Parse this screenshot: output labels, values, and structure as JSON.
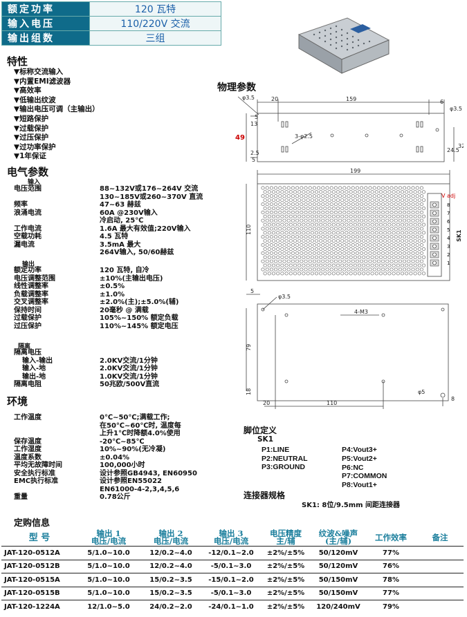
{
  "header": {
    "rows": [
      {
        "key": "额定功率",
        "value": "120 瓦特"
      },
      {
        "key": "输入电压",
        "value": "110/220V 交流"
      },
      {
        "key": "输出组数",
        "value": "三组"
      }
    ]
  },
  "features": {
    "title": "特性",
    "items": [
      "▼标称交流输入",
      "▼内置EMI滤波器",
      "▼高效率",
      "▼低输出纹波",
      "▼输出电压可调（主输出）",
      "▼短路保护",
      "▼过载保护",
      "▼过压保护",
      "▼过功率保护",
      "▼1年保证"
    ]
  },
  "electrical": {
    "title": "电气参数",
    "input_heading": "输入",
    "input_rows": [
      {
        "label": "电压范围",
        "value": "88~132V或176~264V 交流"
      },
      {
        "label": "",
        "value": "130~185V或260~370V 直流"
      },
      {
        "label": "频率",
        "value": "47~63 赫兹"
      },
      {
        "label": "浪涌电流",
        "value": "60A @230V输入"
      },
      {
        "label": "",
        "value": "冷启动, 25℃"
      },
      {
        "label": "工作电流",
        "value": "1.6A 最大有效值;220V输入"
      },
      {
        "label": "空载功耗",
        "value": "4.5 瓦特"
      },
      {
        "label": "漏电流",
        "value": "3.5mA 最大"
      },
      {
        "label": "",
        "value": "264V输入, 50/60赫兹"
      }
    ],
    "output_heading": "输出",
    "output_rows": [
      {
        "label": "额定功率",
        "value": "120 瓦特, 自冷"
      },
      {
        "label": "电压调整范围",
        "value": "±10%(主输出电压)"
      },
      {
        "label": "线性调整率",
        "value": "±0.5%"
      },
      {
        "label": "负载调整率",
        "value": "±1.0%"
      },
      {
        "label": "交叉调整率",
        "value": "±2.0%(主);±5.0%(辅)"
      },
      {
        "label": "保持时间",
        "value": "20毫秒 @ 满载"
      },
      {
        "label": "过载保护",
        "value": "105%~150% 额定负载"
      },
      {
        "label": "过压保护",
        "value": "110%~145% 额定电压"
      }
    ],
    "isolation_heading": "隔离",
    "isolation_rows": [
      {
        "label": "隔离电压",
        "value": ""
      },
      {
        "label": "输入-输出",
        "value": "2.0KV交流/1分钟"
      },
      {
        "label": "输入-地",
        "value": "2.0KV交流/1分钟"
      },
      {
        "label": "输出-地",
        "value": "1.0KV交流/1分钟"
      },
      {
        "label": "隔离电阻",
        "value": "50兆欧/500V直流"
      }
    ]
  },
  "environment": {
    "title": "环境",
    "rows": [
      {
        "label": "工作温度",
        "value": "0℃~50℃;满载工作;"
      },
      {
        "label": "",
        "value": "在50℃~60℃时, 温度每"
      },
      {
        "label": "",
        "value": "上升1℃时降额4.0%使用"
      },
      {
        "label": "保存温度",
        "value": "-20℃~85℃"
      },
      {
        "label": "工作湿度",
        "value": "10%~90%(无冷凝)"
      },
      {
        "label": "温度系数",
        "value": "±0.04%"
      },
      {
        "label": "平均无故障时间",
        "value": "100,000小时"
      },
      {
        "label": "安全执行标准",
        "value": "设计参照GB4943, EN60950"
      },
      {
        "label": "EMC执行标准",
        "value": "设计参照EN55022"
      },
      {
        "label": "",
        "value": "EN61000-4-2,3,4,5,6"
      },
      {
        "label": "重量",
        "value": "0.78公斤"
      }
    ]
  },
  "physical": {
    "title": "物理参数",
    "dims_top": {
      "d20": "20",
      "d159": "159",
      "d6": "6",
      "d5": "5",
      "d13": "13",
      "d49": "49",
      "d32": "32",
      "d24_5": "24.5",
      "d25": "2.5",
      "d5b": "5",
      "hole_top": "φ3.5",
      "hole_right": "φ3.5",
      "hole_mid": "3-φ2.5"
    },
    "dims_mid": {
      "d199": "199",
      "d110": "110",
      "vadj": "V adj",
      "sk1": "SK1",
      "pins": [
        "8",
        "7",
        "6",
        "5",
        "4",
        "3",
        "2",
        "1"
      ]
    },
    "dims_bottom": {
      "d5": "5",
      "hole_tl": "φ3.5",
      "m3": "4-M3",
      "d79": "79",
      "d18": "18",
      "d20": "20",
      "d110": "110",
      "hole_br": "φ5",
      "d8": "8"
    }
  },
  "pinout": {
    "title": "脚位定义",
    "connector": "SK1",
    "left": [
      "P1:LINE",
      "P2:NEUTRAL",
      "P3:GROUND"
    ],
    "right": [
      "P4:Vout3+",
      "P5:Vout2+",
      "P6:NC",
      "P7:COMMON",
      "P8:Vout1+"
    ]
  },
  "connector_spec": {
    "title": "连接器规格",
    "text": "SK1: 8位/9.5mm 间距连接器"
  },
  "order": {
    "title": "定购信息",
    "headers": [
      "型 号",
      "输出 1\n电压/电流",
      "输出 2\n电压/电流",
      "输出 3\n电压/电流",
      "电压精度\n主/辅",
      "纹波&噪声\n(主/辅)",
      "工作效率",
      "备注"
    ],
    "rows": [
      [
        "JAT-120-0512A",
        "5/1.0~10.0",
        "12/0.2~4.0",
        "-12/0.1~2.0",
        "±2%/±5%",
        "50/120mV",
        "77%",
        ""
      ],
      [
        "JAT-120-0512B",
        "5/1.0~10.0",
        "12/0.2~4.0",
        "-5/0.1~3.0",
        "±2%/±5%",
        "50/120mV",
        "76%",
        ""
      ],
      [
        "JAT-120-0515A",
        "5/1.0~10.0",
        "15/0.2~3.5",
        "-15/0.1~2.0",
        "±2%/±5%",
        "50/150mV",
        "78%",
        ""
      ],
      [
        "JAT-120-0515B",
        "5/1.0~10.0",
        "15/0.2~3.5",
        "-5/0.1~3.0",
        "±2%/±5%",
        "50/150mV",
        "77%",
        ""
      ],
      [
        "JAT-120-1224A",
        "12/1.0~5.0",
        "24/0.2~2.0",
        "-24/0.1~1.0",
        "±2%/±5%",
        "120/240mV",
        "79%",
        ""
      ]
    ]
  }
}
